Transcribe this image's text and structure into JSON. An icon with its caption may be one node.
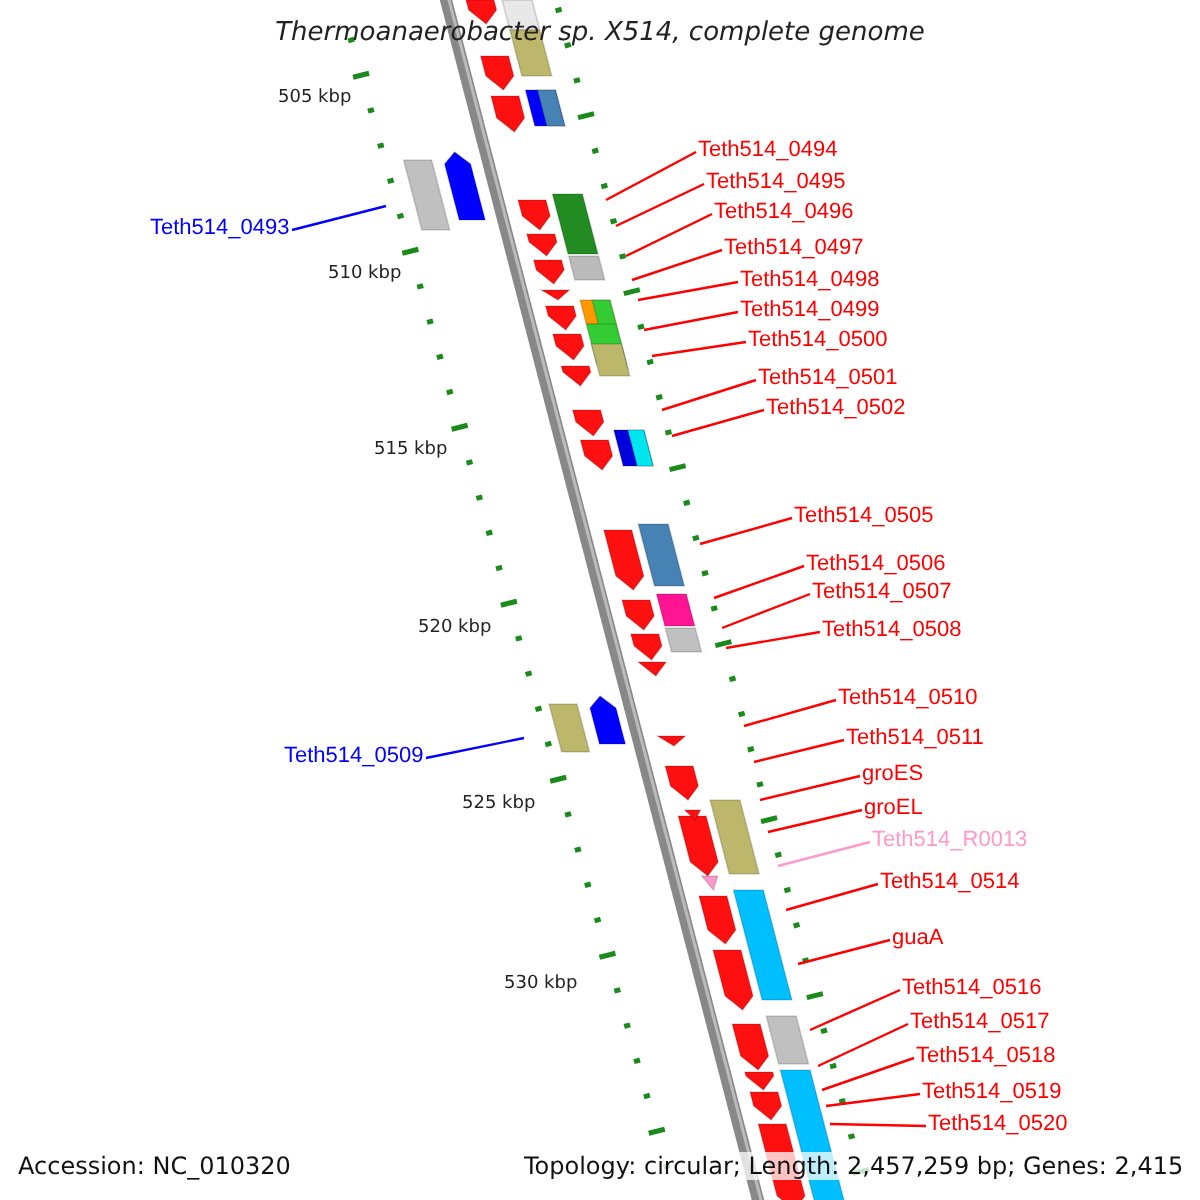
{
  "diagram": {
    "title": "Thermoanaerobacter sp. X514, complete genome",
    "nodes": [
      {
        "text": [
          "Teth514_0494"
        ]
      },
      {
        "text": [
          "Teth514_0495"
        ]
      },
      {
        "text": [
          "Teth514_0496"
        ]
      },
      {
        "text": [
          "Teth514_0493"
        ]
      },
      {
        "text": [
          "Teth514_0497"
        ]
      },
      {
        "text": [
          "Teth514_0498"
        ]
      },
      {
        "text": [
          "Teth514_0499"
        ]
      },
      {
        "text": [
          "Teth514_0500"
        ]
      },
      {
        "text": [
          "Teth514_0501"
        ]
      },
      {
        "text": [
          "Teth514_0502"
        ]
      },
      {
        "text": [
          "Teth514_0505"
        ]
      },
      {
        "text": [
          "Teth514_0506"
        ]
      },
      {
        "text": [
          "Teth514_0507"
        ]
      },
      {
        "text": [
          "Teth514_0508"
        ]
      },
      {
        "text": [
          "Teth514_0510"
        ]
      },
      {
        "text": [
          "Teth514_0511"
        ]
      },
      {
        "text": [
          "Teth514_0509"
        ]
      },
      {
        "text": [
          "groES"
        ]
      },
      {
        "text": [
          "groEL"
        ]
      },
      {
        "text": [
          "Teth514_R0013"
        ]
      },
      {
        "text": [
          "Teth514_0514"
        ]
      },
      {
        "text": [
          "guaA"
        ]
      },
      {
        "text": [
          "Teth514_0516"
        ]
      },
      {
        "text": [
          "Teth514_0517"
        ]
      },
      {
        "text": [
          "Teth514_0518"
        ]
      },
      {
        "text": [
          "Teth514_0519"
        ]
      },
      {
        "text": [
          "Teth514_0520"
        ]
      }
    ],
    "edges": [
      {
        "from": 0,
        "to": null,
        "arrow": "none"
      },
      {
        "from": 1,
        "to": null,
        "arrow": "none"
      },
      {
        "from": 2,
        "to": null,
        "arrow": "none"
      },
      {
        "from": 3,
        "to": null,
        "arrow": "none",
        "color": "#0000ff"
      },
      {
        "from": 4,
        "to": null,
        "arrow": "none"
      },
      {
        "from": 5,
        "to": null,
        "arrow": "none"
      },
      {
        "from": 6,
        "to": null,
        "arrow": "none"
      },
      {
        "from": 7,
        "to": null,
        "arrow": "none"
      },
      {
        "from": 8,
        "to": null,
        "arrow": "none"
      },
      {
        "from": 9,
        "to": null,
        "arrow": "none"
      },
      {
        "from": 10,
        "to": null,
        "arrow": "none"
      },
      {
        "from": 11,
        "to": null,
        "arrow": "none"
      },
      {
        "from": 12,
        "to": null,
        "arrow": "none"
      },
      {
        "from": 13,
        "to": null,
        "arrow": "none"
      },
      {
        "from": 14,
        "to": null,
        "arrow": "none"
      },
      {
        "from": 15,
        "to": null,
        "arrow": "none"
      },
      {
        "from": 16,
        "to": null,
        "arrow": "none",
        "color": "#0000ff"
      },
      {
        "from": 17,
        "to": null,
        "arrow": "none"
      },
      {
        "from": 18,
        "to": null,
        "arrow": "none"
      },
      {
        "from": 19,
        "to": null,
        "arrow": "none",
        "color": "#ff99cc"
      },
      {
        "from": 20,
        "to": null,
        "arrow": "none"
      },
      {
        "from": 21,
        "to": null,
        "arrow": "none"
      },
      {
        "from": 22,
        "to": null,
        "arrow": "none"
      },
      {
        "from": 23,
        "to": null,
        "arrow": "none"
      },
      {
        "from": 24,
        "to": null,
        "arrow": "none"
      },
      {
        "from": 25,
        "to": null,
        "arrow": "none"
      },
      {
        "from": 26,
        "to": null,
        "arrow": "none"
      }
    ],
    "labels": [
      "505 kbp",
      "510 kbp",
      "515 kbp",
      "520 kbp",
      "525 kbp",
      "530 kbp",
      "Accession: NC_010320",
      "Topology: circular; Length: 2,457,259 bp; Genes: 2,415"
    ]
  }
}
